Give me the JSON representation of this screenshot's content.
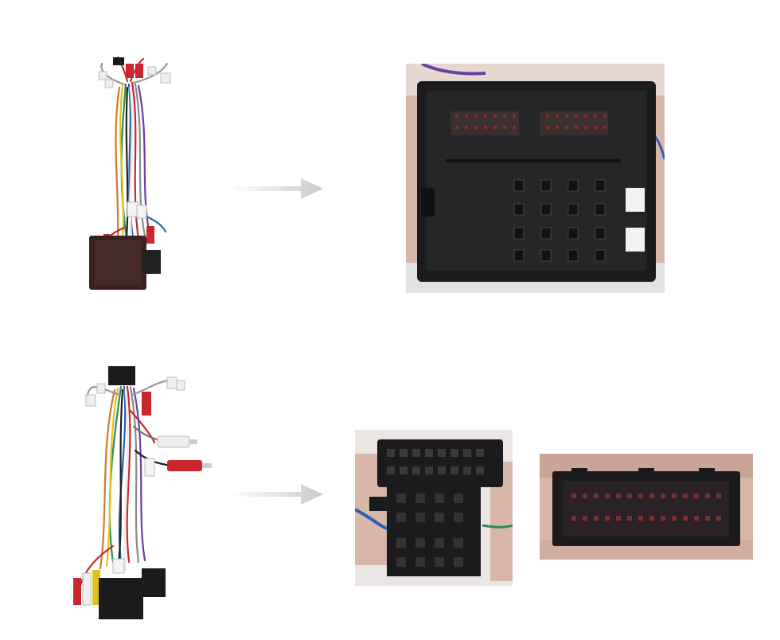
{
  "palette": {
    "background": "#ffffff",
    "connector_black": "#1b1b1d",
    "connector_face": "#262628",
    "box_dark": "#3a2220",
    "finger_skin": "#d9b7a8",
    "wire_red": "#c8282d",
    "wire_white": "#eeeeee",
    "wire_green": "#2f8a55",
    "wire_blue": "#2c5fae",
    "wire_yellow": "#e0c020",
    "arrow_gray": "#c9c9c9"
  },
  "rows": [
    {
      "harness_icon": "wire-harness-with-box",
      "arrow_icon": "arrow-right-icon",
      "connectors": [
        "quadlock-connector-photo"
      ]
    },
    {
      "harness_icon": "wire-harness-with-rca",
      "arrow_icon": "arrow-right-icon",
      "connectors": [
        "iso-stacked-connector-photo",
        "multipin-header-connector-photo"
      ]
    }
  ]
}
